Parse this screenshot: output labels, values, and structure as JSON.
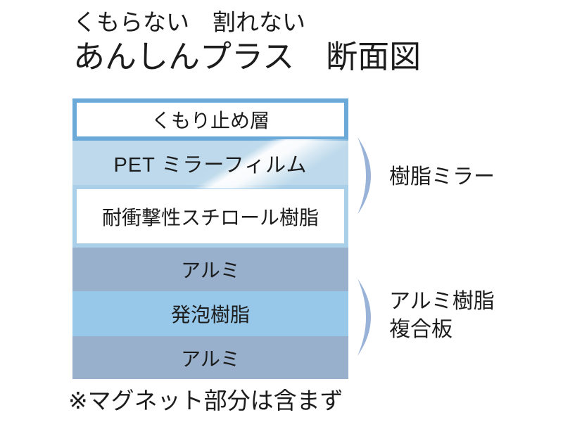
{
  "header": {
    "subtitle": "くもらない　割れない",
    "title": "あんしんプラス　断面図"
  },
  "diagram": {
    "layers": [
      {
        "id": "antifog",
        "label": "くもり止め層",
        "bg": "#ffffff",
        "border": "#6aa9d8"
      },
      {
        "id": "pet",
        "label": "PET ミラーフィルム",
        "bg": "#bdd9eb"
      },
      {
        "id": "styrene",
        "label": "耐衝撃性スチロール樹脂",
        "bg": "#ffffff",
        "border": "#aacfe8"
      },
      {
        "id": "alumi1",
        "label": "アルミ",
        "bg": "#98b0cc"
      },
      {
        "id": "foam",
        "label": "発泡樹脂",
        "bg": "#97c8e9"
      },
      {
        "id": "alumi2",
        "label": "アルミ",
        "bg": "#98b0cc"
      }
    ],
    "annotations": {
      "mirror": {
        "label": "樹脂ミラー"
      },
      "composite": {
        "line1": "アルミ樹脂",
        "line2": "複合板"
      }
    },
    "bracket_color": "#98b2d8"
  },
  "footnote": "※マグネット部分は含まず"
}
